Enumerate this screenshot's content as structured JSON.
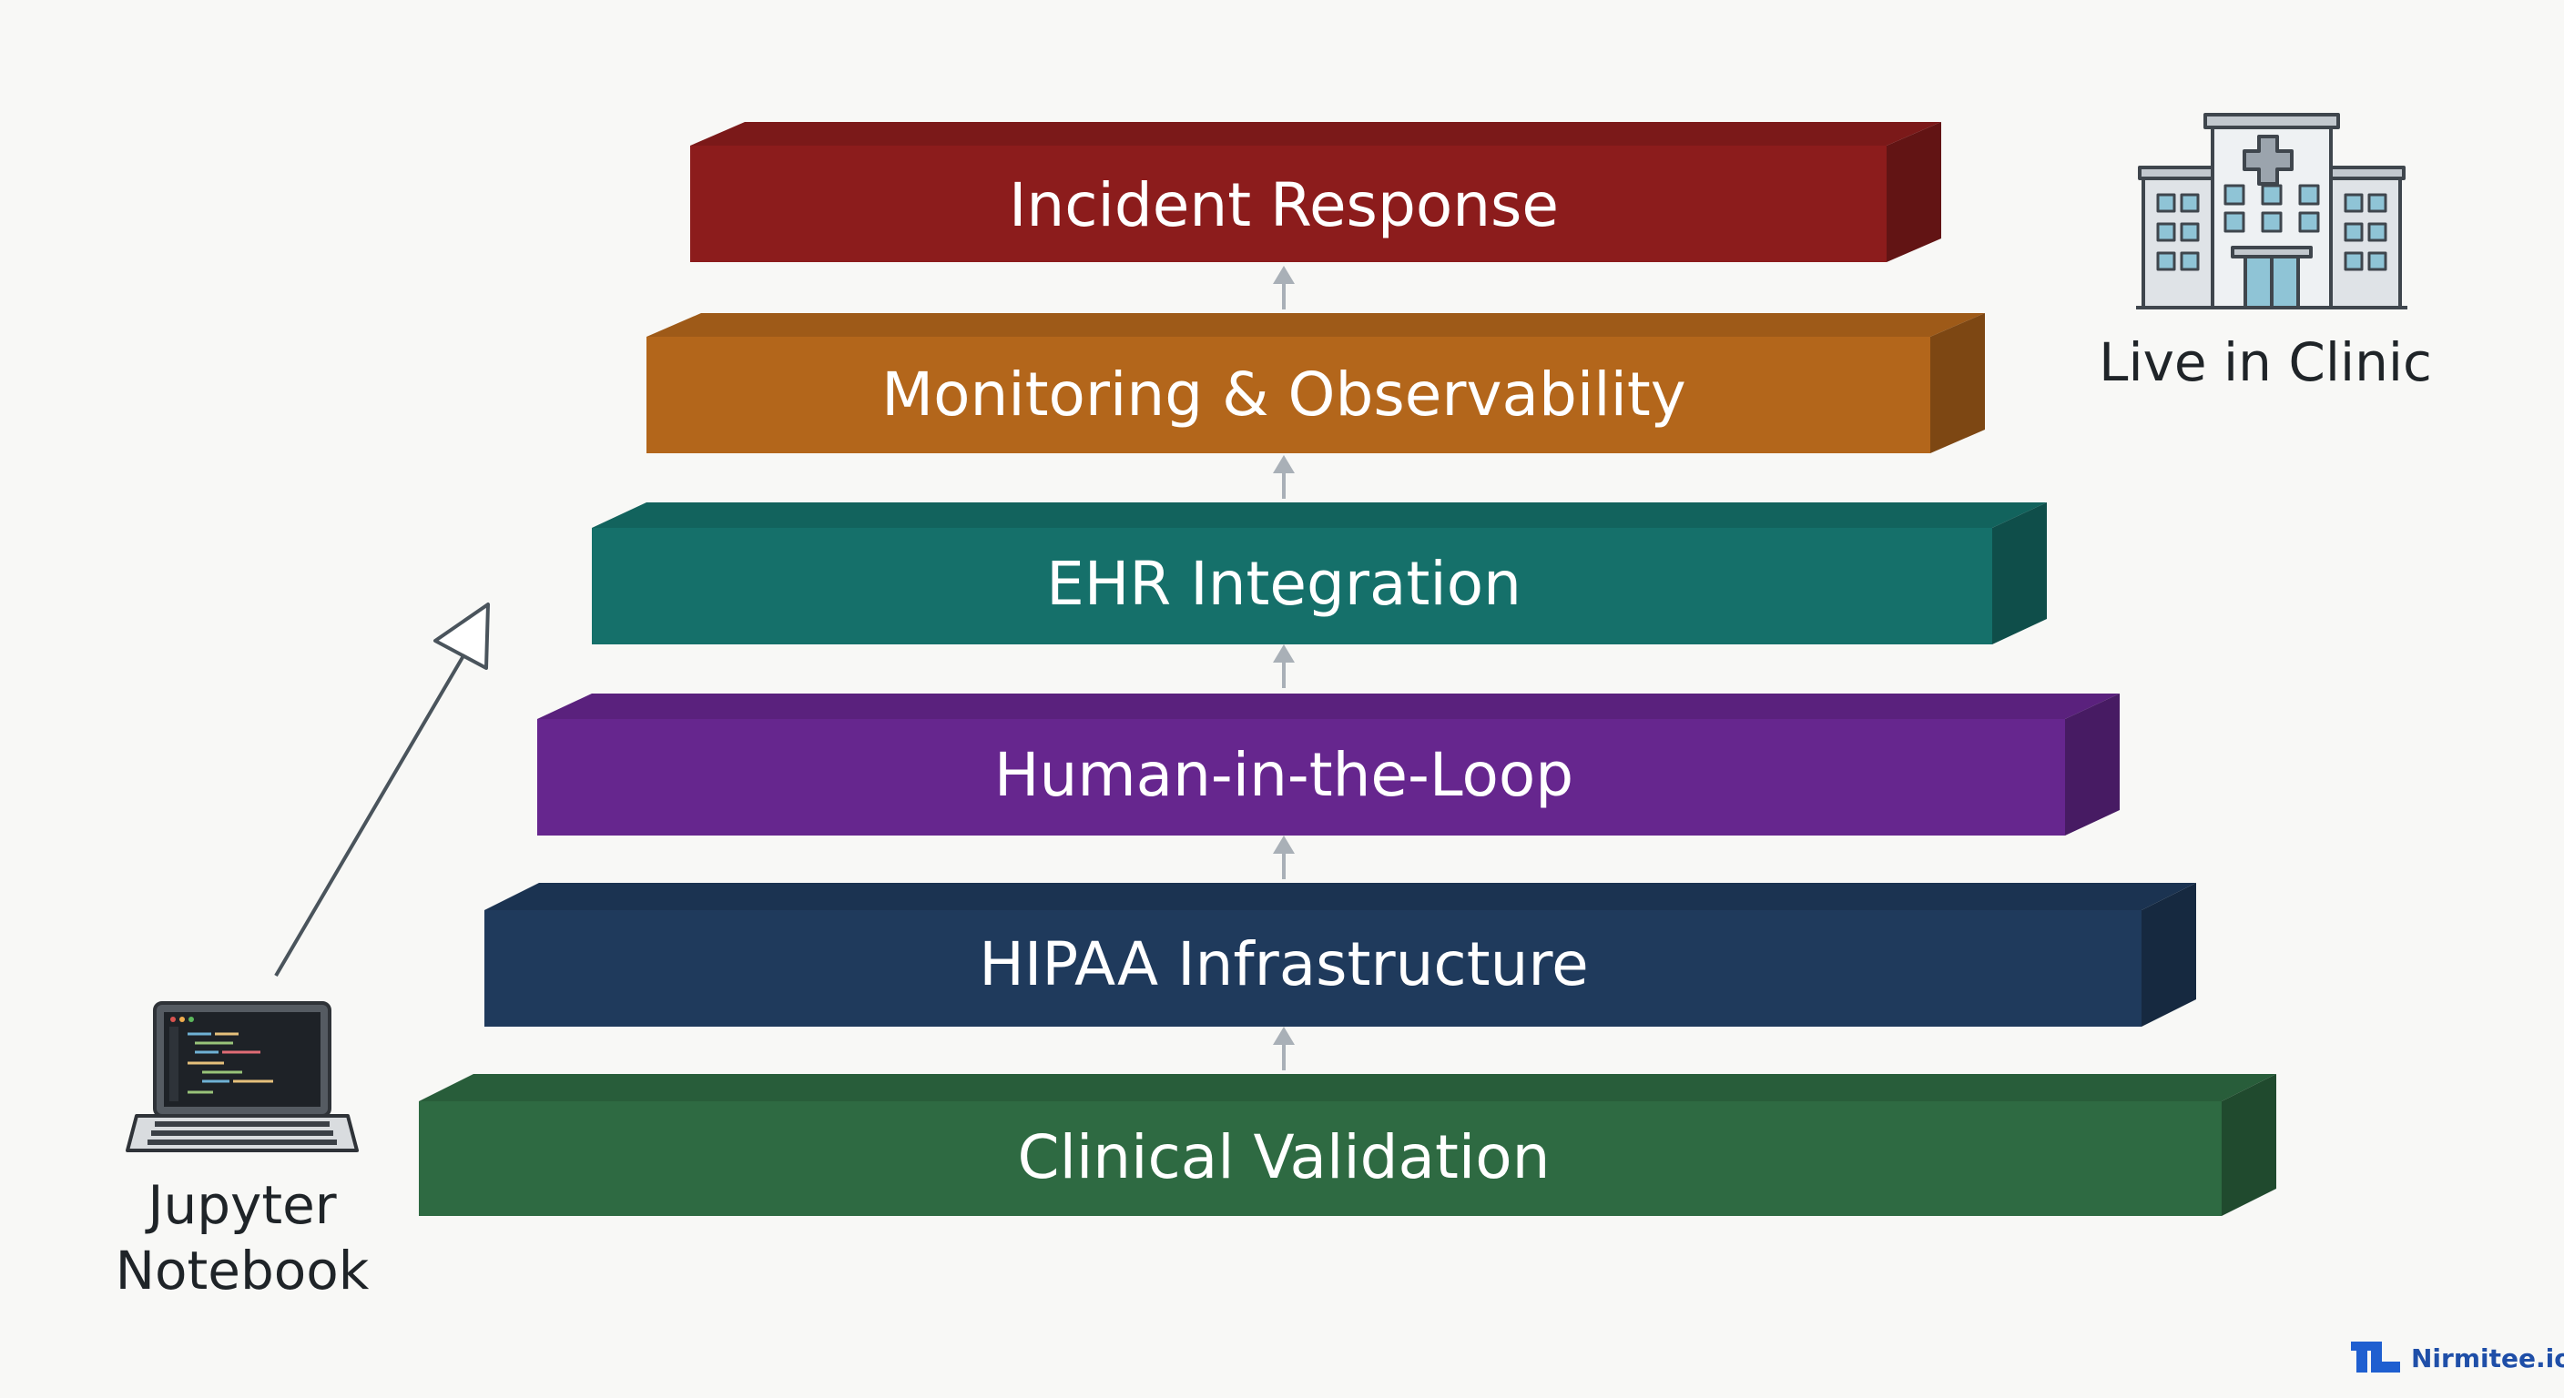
{
  "layers": [
    {
      "label": "Incident Response",
      "color": "#8c1c1c"
    },
    {
      "label": "Monitoring & Observability",
      "color": "#b3661b"
    },
    {
      "label": "EHR Integration",
      "color": "#15706a"
    },
    {
      "label": "Human-in-the-Loop",
      "color": "#66268e"
    },
    {
      "label": "HIPAA Infrastructure",
      "color": "#1f3a5c"
    },
    {
      "label": "Clinical Validation",
      "color": "#2e6a42"
    }
  ],
  "start": {
    "line1": "Jupyter",
    "line2": "Notebook",
    "icon": "laptop-icon"
  },
  "end": {
    "label": "Live in Clinic",
    "icon": "hospital-icon"
  },
  "brand": {
    "name": "Nirmitee.io",
    "color": "#1f4fa8"
  }
}
